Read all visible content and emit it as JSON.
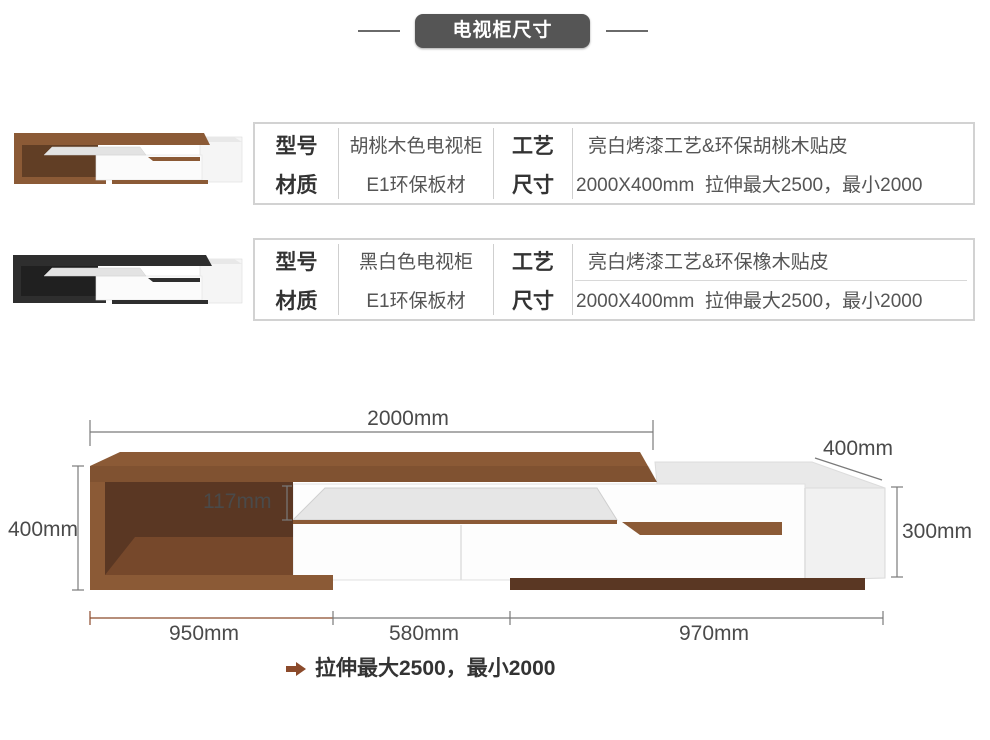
{
  "header": {
    "title": "电视柜尺寸"
  },
  "products": [
    {
      "model_label": "型号",
      "model": "胡桃木色电视柜",
      "craft_label": "工艺",
      "craft": "亮白烤漆工艺&环保胡桃木贴皮",
      "material_label": "材质",
      "material": "E1环保板材",
      "size_label": "尺寸",
      "size": "2000X400mm  拉伸最大2500，最小2000",
      "finish_color": "#8b5a36"
    },
    {
      "model_label": "型号",
      "model": "黑白色电视柜",
      "craft_label": "工艺",
      "craft": "亮白烤漆工艺&环保橡木贴皮",
      "material_label": "材质",
      "material": "E1环保板材",
      "size_label": "尺寸",
      "size": "2000X400mm  拉伸最大2500，最小2000",
      "finish_color": "#2e2e2e"
    }
  ],
  "diagram": {
    "length": "2000mm",
    "depth": "400mm",
    "drawer_gap": "117mm",
    "height_left": "400mm",
    "height_right": "300mm",
    "segments": [
      "950mm",
      "580mm",
      "970mm"
    ],
    "note": "拉伸最大2500，最小2000"
  },
  "colors": {
    "title_badge": "#555555",
    "walnut": "#8b5a36",
    "walnut_dark": "#5a3723",
    "walnut_mid": "#76482b",
    "accent": "#8b4a2b"
  }
}
